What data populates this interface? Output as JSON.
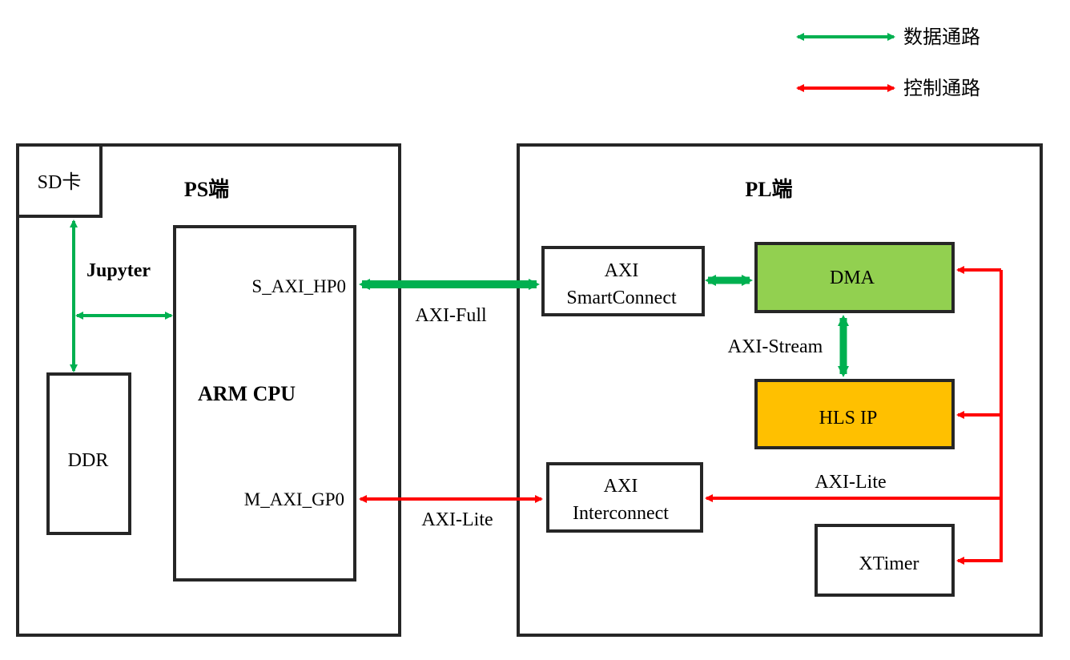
{
  "legend": {
    "data_path_label": "数据通路",
    "control_path_label": "控制通路"
  },
  "ps": {
    "title": "PS端",
    "sd_card": "SD卡",
    "jupyter": "Jupyter",
    "ddr": "DDR",
    "cpu": "ARM CPU",
    "s_axi_hp0": "S_AXI_HP0",
    "m_axi_gp0": "M_AXI_GP0"
  },
  "links": {
    "axi_full": "AXI-Full",
    "axi_lite_ps": "AXI-Lite",
    "axi_stream": "AXI-Stream",
    "axi_lite_pl": "AXI-Lite"
  },
  "pl": {
    "title": "PL端",
    "smartconnect_line1": "AXI",
    "smartconnect_line2": "SmartConnect",
    "dma": "DMA",
    "hls_ip": "HLS IP",
    "interconnect_line1": "AXI",
    "interconnect_line2": "Interconnect",
    "xtimer": "XTimer"
  },
  "colors": {
    "data_path": "#00b050",
    "control_path": "#ff0000",
    "dma_fill": "#92d050",
    "hls_fill": "#ffc000",
    "border": "#262626"
  }
}
